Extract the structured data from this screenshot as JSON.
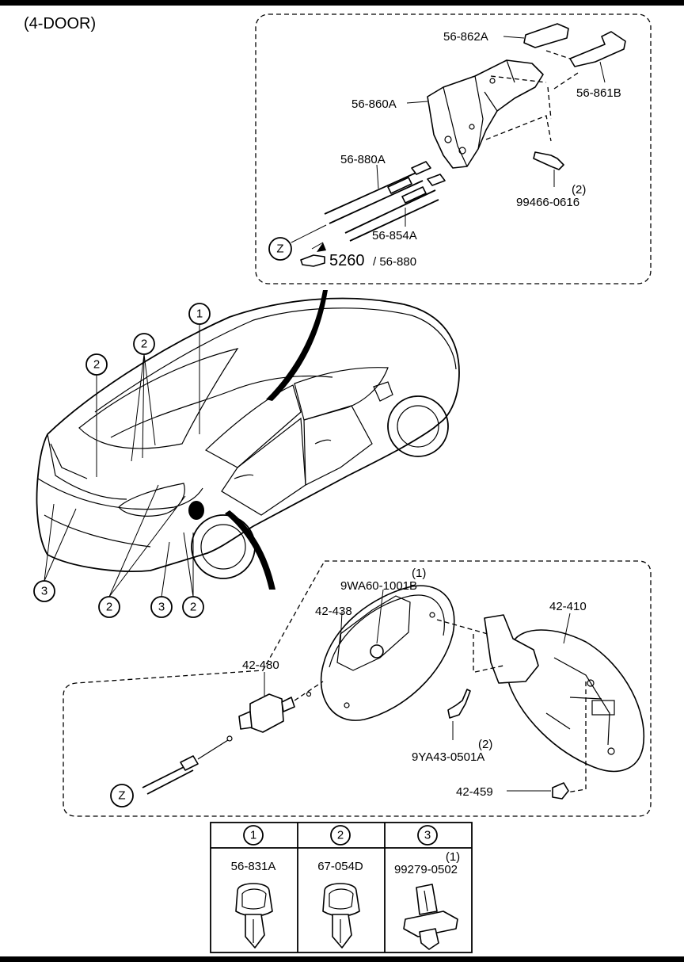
{
  "header": {
    "title": "(4-DOOR)"
  },
  "upper_detail": {
    "parts": [
      {
        "id": "56-862A"
      },
      {
        "id": "56-861B"
      },
      {
        "id": "56-860A"
      },
      {
        "id": "56-880A"
      },
      {
        "id": "56-854A"
      },
      {
        "id": "99466-0616",
        "qty": "(2)"
      }
    ],
    "ref_marker": "Z",
    "note_code": "5260",
    "note_ref": "/ 56-880"
  },
  "callouts": {
    "c1": "1",
    "c2a": "2",
    "c2b": "2",
    "c2c": "2",
    "c2d": "2",
    "c3a": "3",
    "c3b": "3"
  },
  "lower_detail": {
    "parts": [
      {
        "id": "9WA60-1001B",
        "qty": "(1)"
      },
      {
        "id": "42-438"
      },
      {
        "id": "42-410"
      },
      {
        "id": "42-480"
      },
      {
        "id": "9YA43-0501A",
        "qty": "(2)"
      },
      {
        "id": "42-459"
      }
    ],
    "ref_marker": "Z"
  },
  "fastener_table": {
    "columns": [
      {
        "num": "1",
        "part": "56-831A",
        "qty": ""
      },
      {
        "num": "2",
        "part": "67-054D",
        "qty": ""
      },
      {
        "num": "3",
        "part": "99279-0502",
        "qty": "(1)"
      }
    ]
  }
}
